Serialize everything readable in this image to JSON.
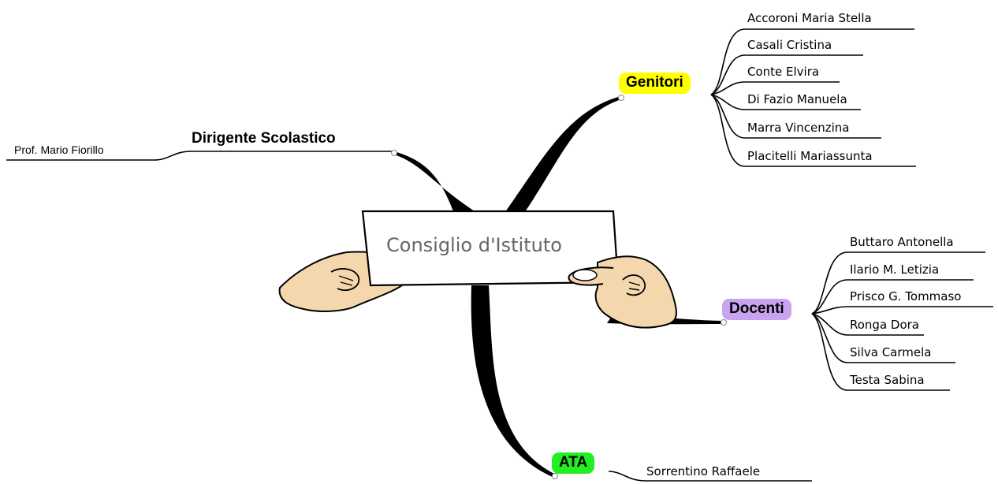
{
  "center": {
    "title": "Consiglio d'Istituto"
  },
  "branches": {
    "dirigente": {
      "label": "Dirigente Scolastico",
      "members": [
        "Prof. Mario Fiorillo"
      ]
    },
    "genitori": {
      "label": "Genitori",
      "color": "#ffff00",
      "members": [
        "Accoroni Maria Stella",
        "Casali Cristina",
        "Conte Elvira",
        "Di Fazio Manuela",
        "Marra Vincenzina",
        "Placitelli Mariassunta"
      ]
    },
    "docenti": {
      "label": "Docenti",
      "color": "#c9a3f0",
      "members": [
        "Buttaro Antonella",
        "Ilario M. Letizia",
        "Prisco G. Tommaso",
        "Ronga Dora",
        "Silva Carmela",
        "Testa Sabina"
      ]
    },
    "ata": {
      "label": "ATA",
      "color": "#22ee22",
      "members": [
        "Sorrentino Raffaele"
      ]
    }
  },
  "colors": {
    "skin": "#f5d7ad",
    "line": "#000000",
    "title": "#666666"
  }
}
